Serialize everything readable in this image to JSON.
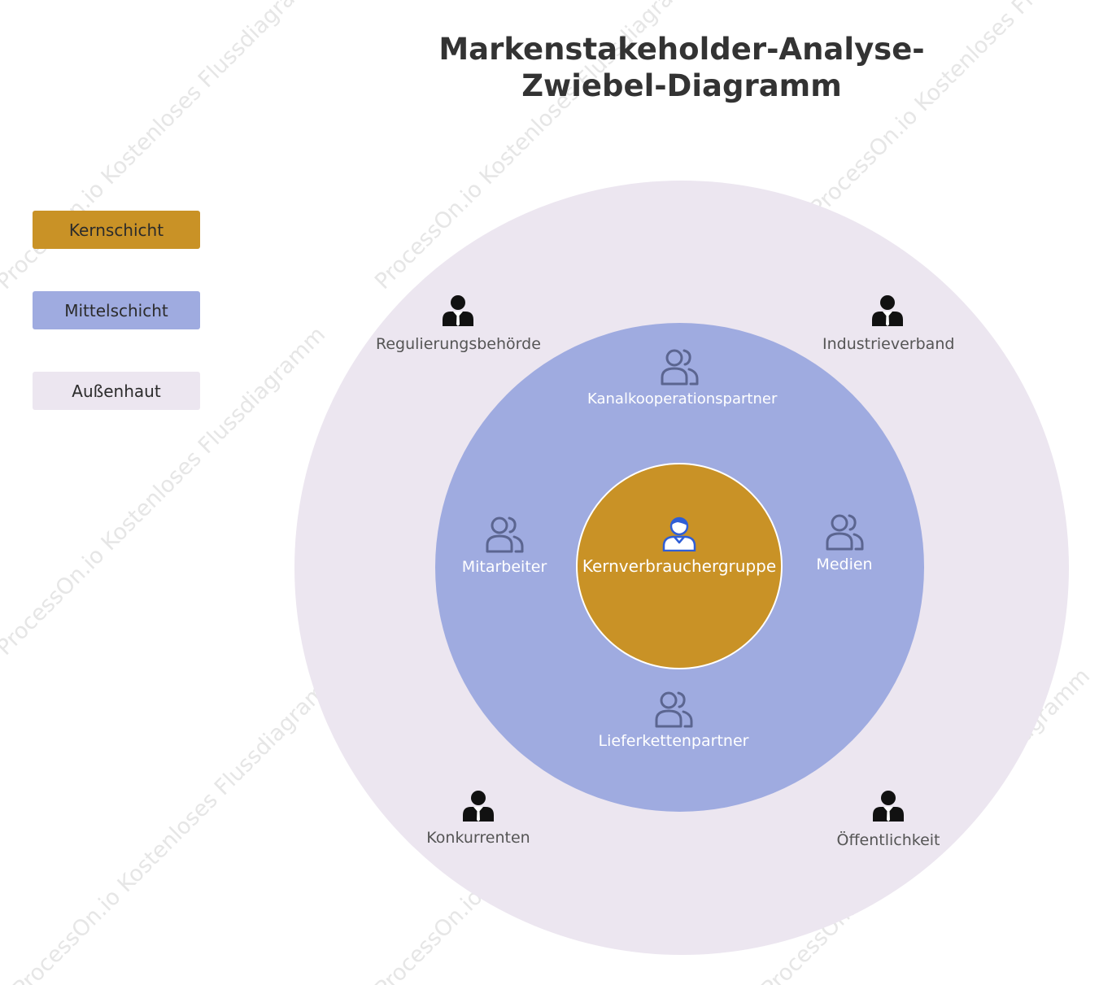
{
  "title": {
    "line1": "Markenstakeholder-Analyse-",
    "line2": "Zwiebel-Diagramm"
  },
  "watermark": "ProcessOn.io Kostenloses Flussdiagramm",
  "colors": {
    "core": "#c99226",
    "middle": "#9fabe0",
    "outer": "#ece6f0",
    "outer_label": "#555555",
    "icon_dark": "#111111",
    "icon_group": "#5b6590",
    "icon_user": "#2f5ed6"
  },
  "legend": [
    {
      "label": "Kernschicht",
      "color": "#c99226"
    },
    {
      "label": "Mittelschicht",
      "color": "#9fabe0"
    },
    {
      "label": "Außenhaut",
      "color": "#ece6f0"
    }
  ],
  "layers": {
    "outer": {
      "icon": "business-person-icon",
      "stakeholders": [
        "Regulierungsbehörde",
        "Industrieverband",
        "Konkurrenten",
        "Öffentlichkeit"
      ]
    },
    "middle": {
      "icon": "people-group-icon",
      "stakeholders": [
        "Kanalkooperationspartner",
        "Mitarbeiter",
        "Medien",
        "Lieferkettenpartner"
      ]
    },
    "core": {
      "icon": "user-icon",
      "stakeholders": [
        "Kernverbrauchergruppe"
      ]
    }
  }
}
